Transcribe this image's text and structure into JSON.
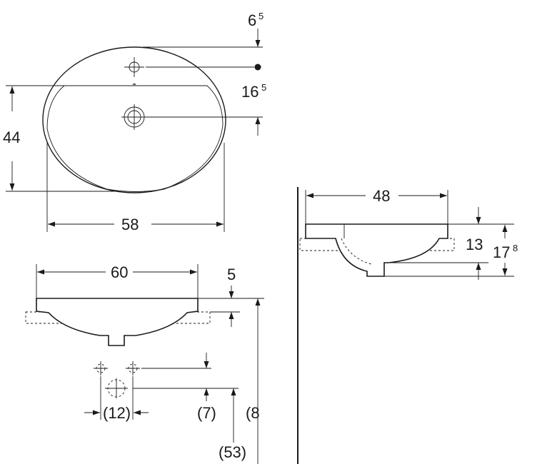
{
  "top_view": {
    "tap_offset_base": "6",
    "tap_offset_sup": "5",
    "hole_spacing_base": "16",
    "hole_spacing_sup": "5",
    "depth": "44",
    "width": "58"
  },
  "front_view": {
    "width": "60",
    "rim_height": "5",
    "tap_spacing": "(12)",
    "tap_height": "(7)",
    "outlet_height": "(53)",
    "overall_partial": "(8"
  },
  "side_view": {
    "depth": "48",
    "bowl_height": "13",
    "overall_base": "17",
    "overall_sup": "8"
  }
}
